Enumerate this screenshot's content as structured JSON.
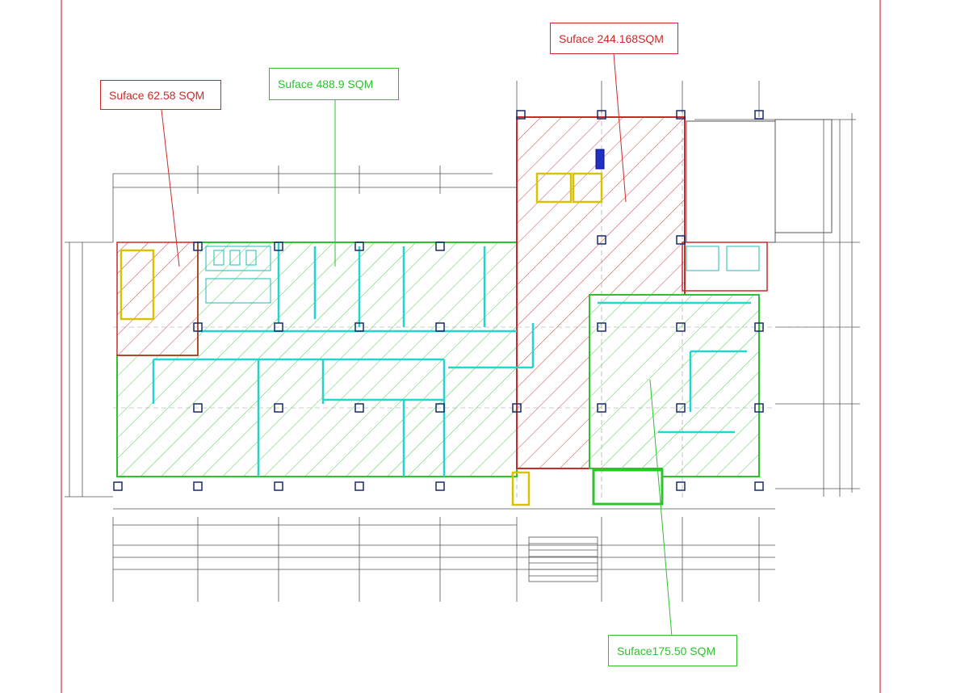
{
  "drawing": {
    "colors": {
      "margin_line": "#e05a5a",
      "red_zone": "#cc2a2a",
      "green_zone": "#2ec22e",
      "cyan_wall": "#22d6cf",
      "yellow_wall": "#d9c200",
      "dimension": "#444444"
    },
    "callouts": [
      {
        "id": "red-left",
        "label": "Suface 62.58 SQM",
        "zone": "red"
      },
      {
        "id": "green-main",
        "label": "Suface 488.9 SQM",
        "zone": "green"
      },
      {
        "id": "red-core",
        "label": "Suface 244.168SQM",
        "zone": "red"
      },
      {
        "id": "green-east",
        "label": "Suface175.50 SQM",
        "zone": "green"
      }
    ]
  }
}
